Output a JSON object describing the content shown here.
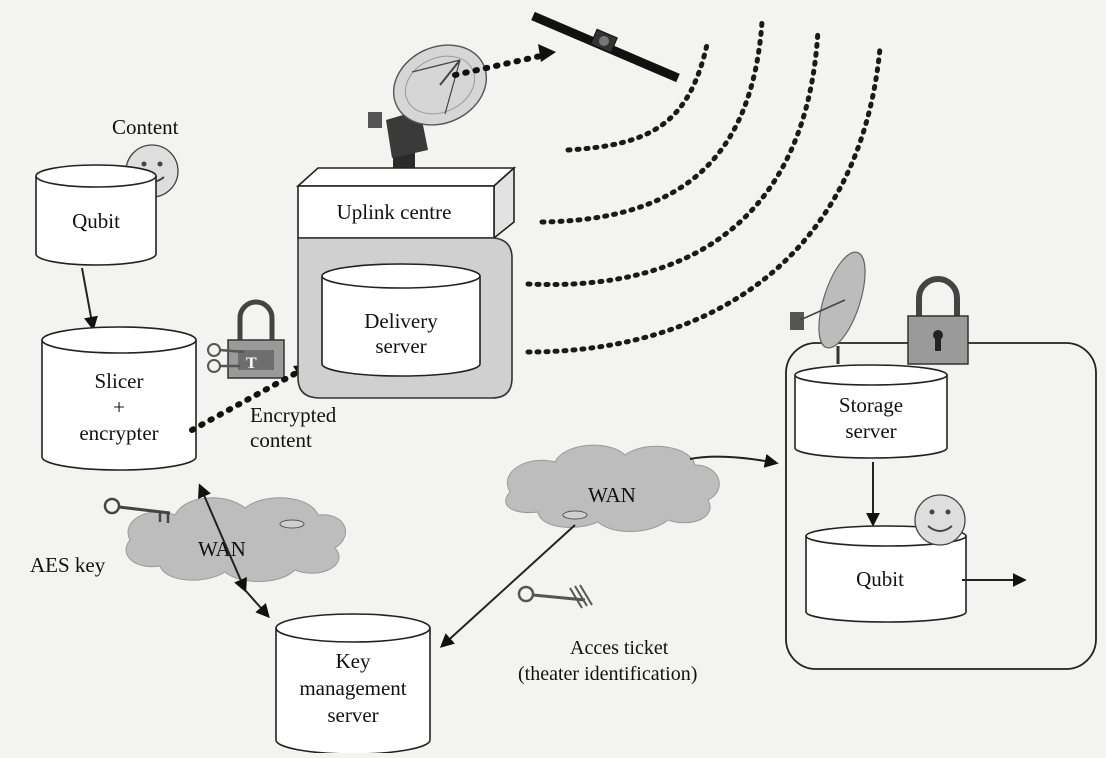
{
  "labels": {
    "content": "Content",
    "qubit_source": "Qubit",
    "slicer_line1": "Slicer",
    "slicer_line2": "+",
    "slicer_line3": "encrypter",
    "uplink": "Uplink centre",
    "delivery_line1": "Delivery",
    "delivery_line2": "server",
    "encrypted_line1": "Encrypted",
    "encrypted_line2": "content",
    "aes_key": "AES key",
    "wan_left": "WAN",
    "wan_right": "WAN",
    "key_mgmt_line1": "Key",
    "key_mgmt_line2": "management",
    "key_mgmt_line3": "server",
    "storage_line1": "Storage",
    "storage_line2": "server",
    "qubit_theater": "Qubit",
    "ticket_line1": "Acces ticket",
    "ticket_line2": "(theater identification)"
  }
}
